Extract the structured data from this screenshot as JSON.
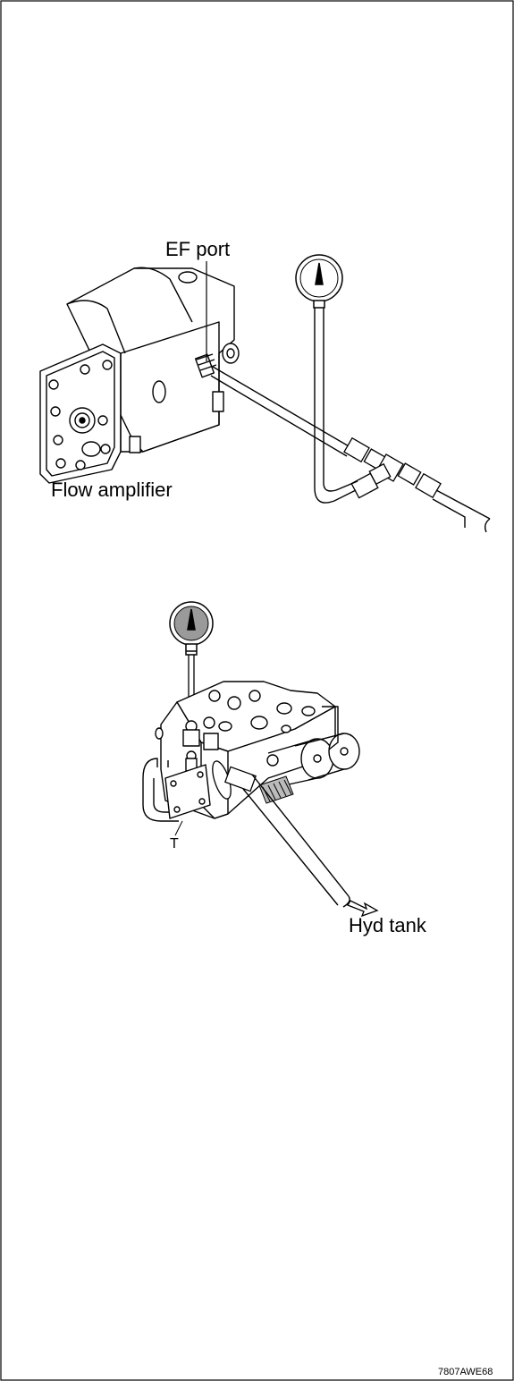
{
  "labels": {
    "ef_port": "EF port",
    "flow_amplifier": "Flow amplifier",
    "t_port": "T",
    "hyd_tank": "Hyd tank",
    "figure_code": "7807AWE68"
  }
}
